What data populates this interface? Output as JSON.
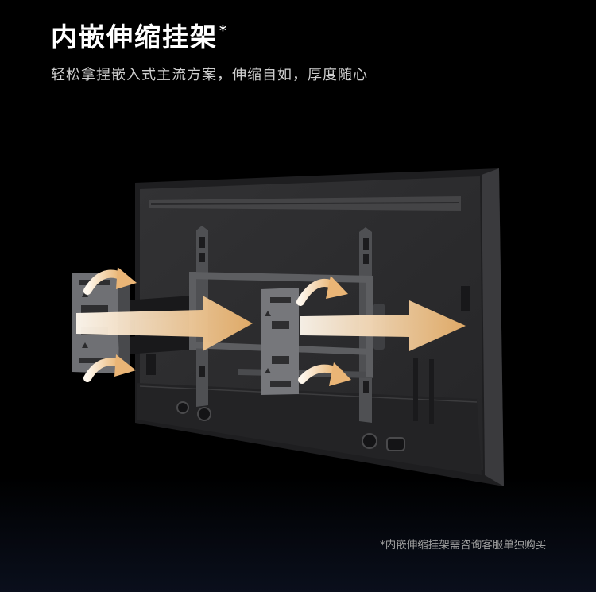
{
  "header": {
    "title": "内嵌伸缩挂架",
    "title_mark": "*",
    "subtitle": "轻松拿捏嵌入式主流方案，伸缩自如，厚度随心"
  },
  "footnote": "*内嵌伸缩挂架需咨询客服单独购买",
  "colors": {
    "background": "#000000",
    "tv_back": "#2c2c2e",
    "bracket": "#6f7074",
    "arrow_start": "#fff8ee",
    "arrow_end": "#e8b06a"
  }
}
